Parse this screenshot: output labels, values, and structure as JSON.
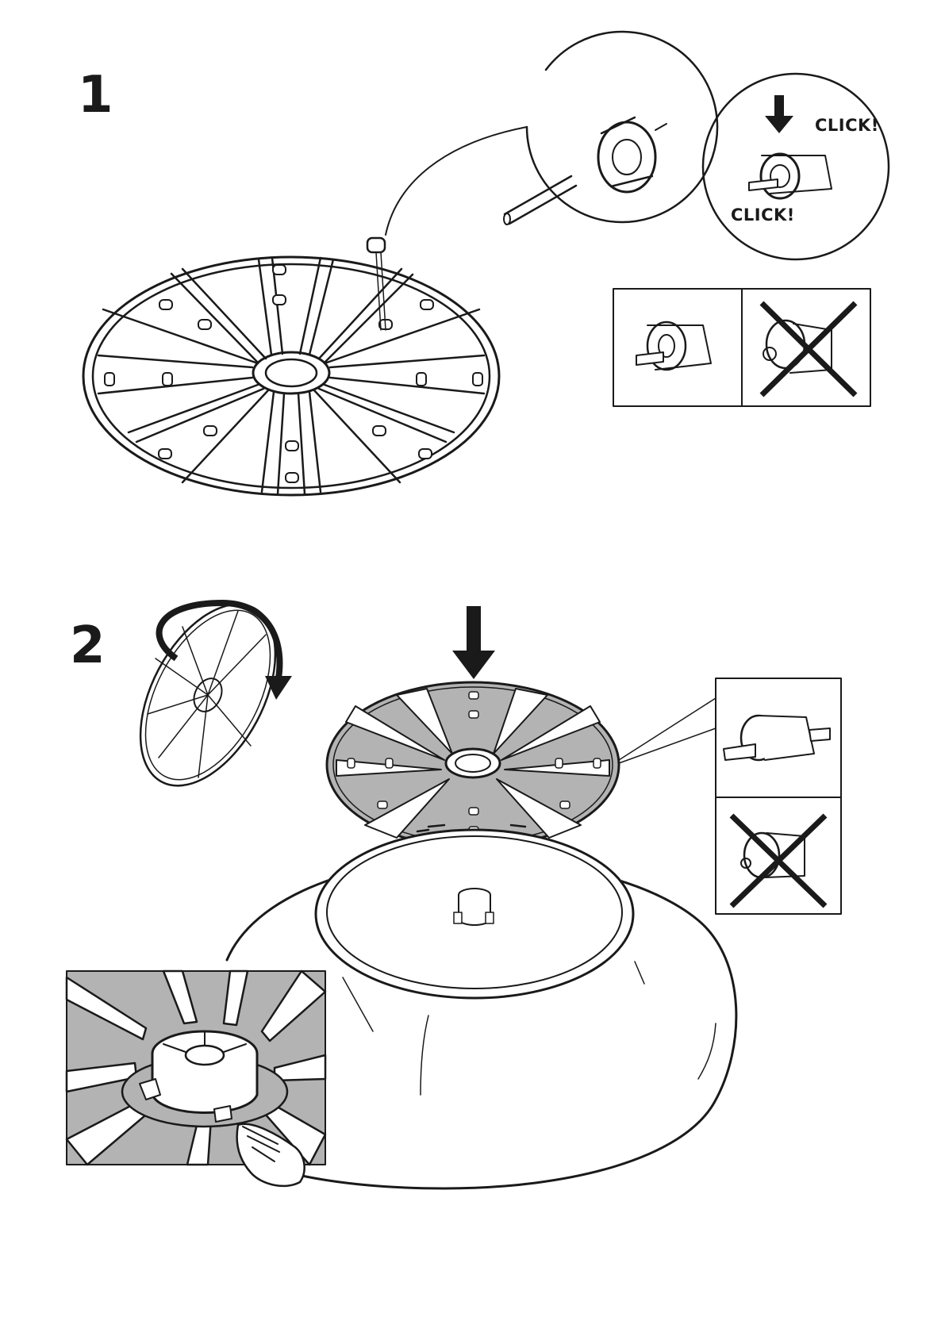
{
  "steps": [
    {
      "number": "1"
    },
    {
      "number": "2"
    }
  ],
  "callouts": {
    "click_top": "CLICK!",
    "click_bottom": "CLICK!"
  },
  "colors": {
    "ink": "#1a1a1a",
    "shade": "#b3b3b3",
    "paper": "#ffffff"
  },
  "icons": {
    "down_arrow": "down-arrow-icon",
    "wrong_cross": "wrong-cross-icon",
    "rotate_arrow": "rotate-arrow-icon",
    "pointing_hand": "pointing-hand-icon"
  }
}
